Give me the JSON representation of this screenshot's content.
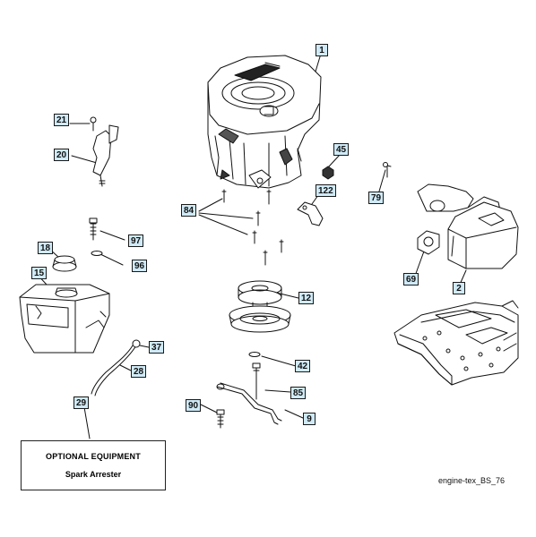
{
  "callouts": {
    "c1": "1",
    "c2": "2",
    "c9": "9",
    "c12": "12",
    "c15": "15",
    "c18": "18",
    "c20": "20",
    "c21": "21",
    "c28": "28",
    "c29": "29",
    "c37": "37",
    "c42": "42",
    "c45": "45",
    "c69": "69",
    "c79": "79",
    "c84": "84",
    "c85": "85",
    "c90": "90",
    "c96": "96",
    "c97": "97",
    "c122": "122"
  },
  "optional_box": {
    "title": "OPTIONAL EQUIPMENT",
    "item": "Spark Arrester"
  },
  "footer_label": "engine-tex_BS_76"
}
